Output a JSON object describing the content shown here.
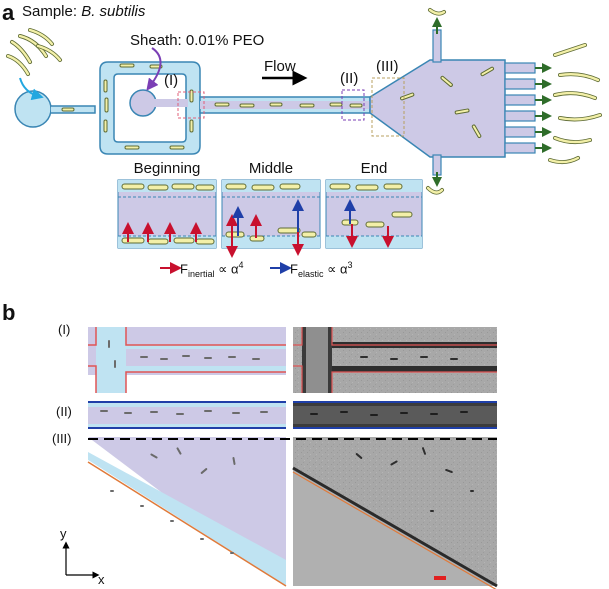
{
  "panel_a": {
    "letter": "a",
    "sample_prefix": "Sample: ",
    "sample_name": "B. subtilis",
    "sheath_label": "Sheath: 0.01% PEO",
    "flow_label": "Flow",
    "region_I": "(I)",
    "region_II": "(II)",
    "region_III": "(III)",
    "inset_titles": [
      "Beginning",
      "Middle",
      "End"
    ],
    "legend_inertial": "F",
    "legend_inertial_sub": "inertial",
    "legend_inertial_prop": "∝ α",
    "legend_inertial_exp": "4",
    "legend_elastic": "F",
    "legend_elastic_sub": "elastic",
    "legend_elastic_prop": "∝ α",
    "legend_elastic_exp": "3"
  },
  "panel_b": {
    "letter": "b",
    "row_I": "(I)",
    "row_II": "(II)",
    "row_III": "(III)",
    "axis_y": "y",
    "axis_x": "x"
  },
  "colors": {
    "channel_fill": "#bfe3f2",
    "channel_edge": "#3a86b4",
    "sheath_fill": "#cdc9e6",
    "bacteria_fill": "#f3f0a8",
    "bacteria_edge": "#5e6b35",
    "arrow_red": "#c8102e",
    "arrow_blue": "#1f3fa8",
    "outlet_green": "#2f6d2a",
    "exp_gray": "#9a9a9a"
  }
}
